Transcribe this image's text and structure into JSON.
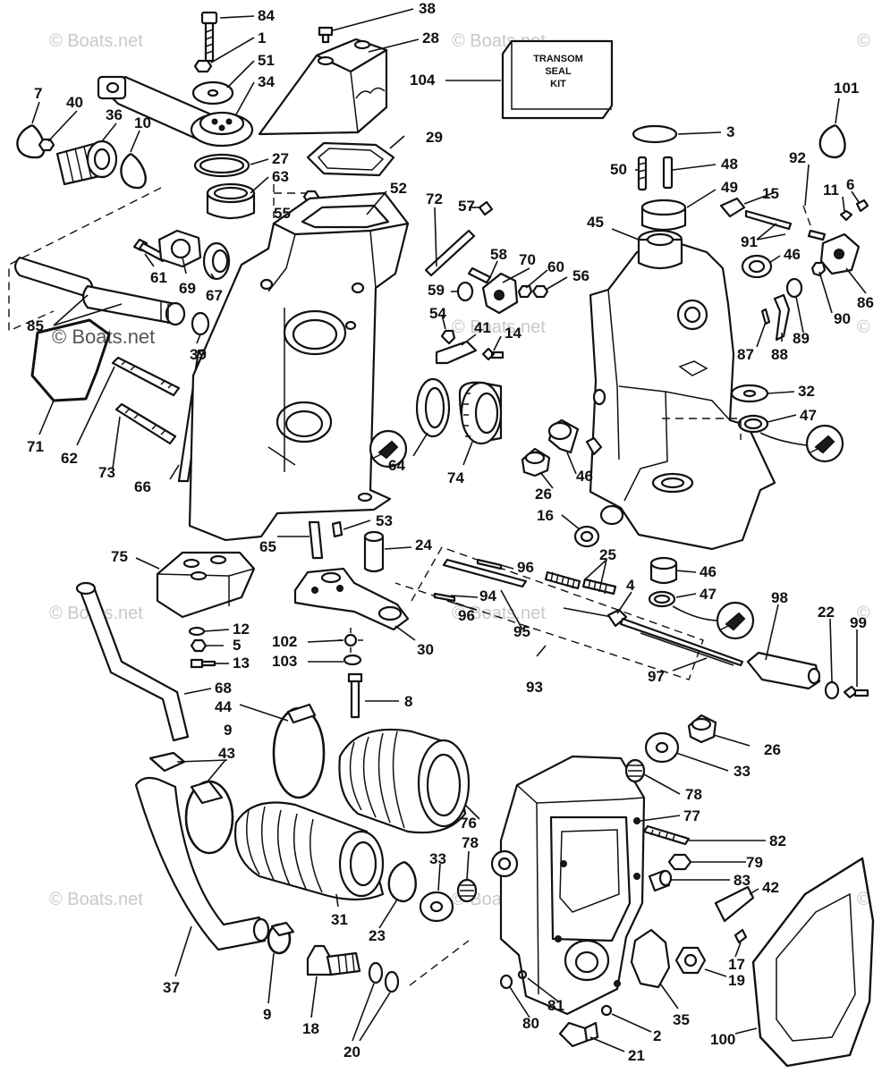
{
  "colors": {
    "ink": "#111111",
    "watermark": "#c9c9c9",
    "background": "#ffffff"
  },
  "watermark": "© Boats.net",
  "kit_box": {
    "line1": "TRANSOM",
    "line2": "SEAL",
    "line3": "KIT"
  },
  "icon_names": [
    "grease-icon"
  ],
  "callouts": {
    "c1": "1",
    "c2": "2",
    "c3": "3",
    "c4": "4",
    "c5": "5",
    "c6": "6",
    "c7": "7",
    "c8": "8",
    "c9a": "9",
    "c9b": "9",
    "c10": "10",
    "c11": "11",
    "c12": "12",
    "c13": "13",
    "c14": "14",
    "c15": "15",
    "c16": "16",
    "c17": "17",
    "c18": "18",
    "c19": "19",
    "c20": "20",
    "c21": "21",
    "c22": "22",
    "c23": "23",
    "c24": "24",
    "c25": "25",
    "c26a": "26",
    "c26b": "26",
    "c27": "27",
    "c28": "28",
    "c29": "29",
    "c30": "30",
    "c31": "31",
    "c32": "32",
    "c33a": "33",
    "c33b": "33",
    "c34": "34",
    "c35": "35",
    "c36": "36",
    "c37": "37",
    "c38": "38",
    "c39": "39",
    "c40": "40",
    "c41": "41",
    "c42": "42",
    "c43": "43",
    "c44": "44",
    "c45": "45",
    "c46a": "46",
    "c46b": "46",
    "c46c": "46",
    "c47a": "47",
    "c47b": "47",
    "c48": "48",
    "c49": "49",
    "c50": "50",
    "c51": "51",
    "c52": "52",
    "c53": "53",
    "c54": "54",
    "c55": "55",
    "c56": "56",
    "c57": "57",
    "c58": "58",
    "c59": "59",
    "c60": "60",
    "c61": "61",
    "c62": "62",
    "c63": "63",
    "c64": "64",
    "c65": "65",
    "c66": "66",
    "c67": "67",
    "c68": "68",
    "c69": "69",
    "c70": "70",
    "c71": "71",
    "c72": "72",
    "c73": "73",
    "c74": "74",
    "c75": "75",
    "c76": "76",
    "c77": "77",
    "c78a": "78",
    "c78b": "78",
    "c79": "79",
    "c80": "80",
    "c81": "81",
    "c82": "82",
    "c83": "83",
    "c84": "84",
    "c85": "85",
    "c86": "86",
    "c87": "87",
    "c88": "88",
    "c89": "89",
    "c90": "90",
    "c91": "91",
    "c92": "92",
    "c93": "93",
    "c94": "94",
    "c95": "95",
    "c96a": "96",
    "c96b": "96",
    "c97": "97",
    "c98": "98",
    "c99": "99",
    "c100": "100",
    "c101": "101",
    "c102": "102",
    "c103": "103",
    "c104": "104"
  }
}
